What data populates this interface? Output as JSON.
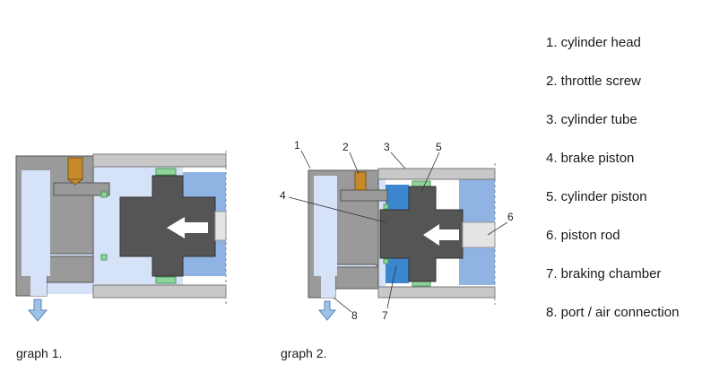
{
  "captions": {
    "graph1": "graph 1.",
    "graph2": "graph 2."
  },
  "callouts": [
    "1",
    "2",
    "3",
    "4",
    "5",
    "6",
    "7",
    "8"
  ],
  "legend": [
    "1. cylinder head",
    "2. throttle screw",
    "3. cylinder tube",
    "4. brake piston",
    "5. cylinder piston",
    "6. piston rod",
    "7. braking chamber",
    "8. port / air connection"
  ],
  "colors": {
    "head": "#9a9a9a",
    "tube": "#c8c8c8",
    "air_light": "#d6e2f7",
    "air_blue": "#8fb3e2",
    "braking_chamber": "#3a86cf",
    "piston": "#555555",
    "rod": "#e4e4e4",
    "seal": "#8fd49a",
    "screw": "#c78a2a",
    "arrow_port": "#9ec1e8"
  }
}
